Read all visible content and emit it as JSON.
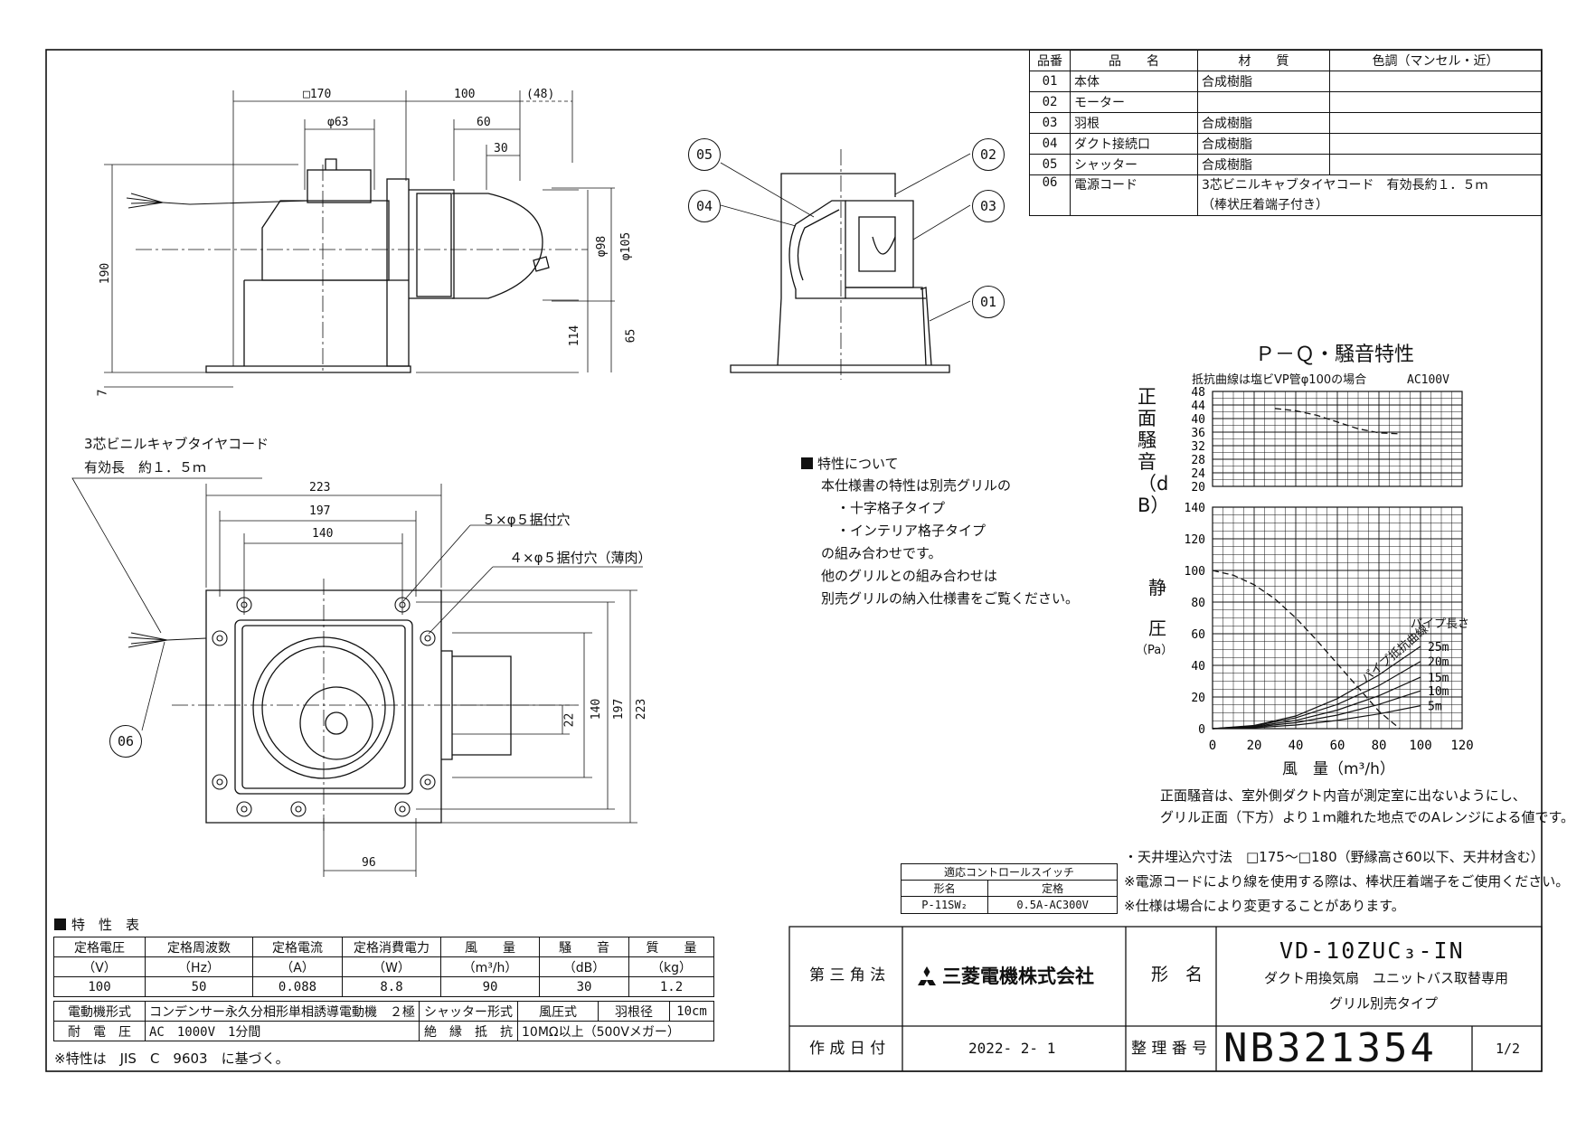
{
  "parts_table": {
    "headers": [
      "品番",
      "品　　名",
      "材　　質",
      "色調（マンセル・近）"
    ],
    "rows": [
      {
        "no": "01",
        "name": "本体",
        "material": "合成樹脂",
        "color": ""
      },
      {
        "no": "02",
        "name": "モーター",
        "material": "",
        "color": ""
      },
      {
        "no": "03",
        "name": "羽根",
        "material": "合成樹脂",
        "color": ""
      },
      {
        "no": "04",
        "name": "ダクト接続口",
        "material": "合成樹脂",
        "color": ""
      },
      {
        "no": "05",
        "name": "シャッター",
        "material": "合成樹脂",
        "color": ""
      },
      {
        "no": "06",
        "name": "電源コード",
        "material": "3芯ビニルキャブタイヤコード　有効長約１．５ｍ",
        "color": ""
      }
    ],
    "row6_note": "（棒状圧着端子付き）"
  },
  "side_view": {
    "dims": [
      "□170",
      "100",
      "(48)",
      "φ63",
      "60",
      "30",
      "190",
      "φ98",
      "φ105",
      "114",
      "65",
      "7"
    ]
  },
  "front_view": {
    "callouts": [
      "05",
      "04",
      "02",
      "03",
      "01"
    ]
  },
  "bottom_view": {
    "cord_label_1": "3芯ビニルキャブタイヤコード",
    "cord_label_2": "有効長　約１．５ｍ",
    "hole_label_1": "５×φ５据付穴",
    "hole_label_2": "４×φ５据付穴（薄肉）",
    "dims_h": [
      "223",
      "197",
      "140",
      "96"
    ],
    "dims_v": [
      "22",
      "140",
      "197",
      "223"
    ],
    "callout": "06"
  },
  "notes_char": {
    "heading": "特性について",
    "lines": [
      "本仕様書の特性は別売グリルの",
      "・十字格子タイプ",
      "・インテリア格子タイプ",
      "の組み合わせです。",
      "他のグリルとの組み合わせは",
      "別売グリルの納入仕様書をご覧ください。"
    ]
  },
  "chart_data": {
    "type": "line",
    "title": "Ｐ－Ｑ・騒音特性",
    "subtitle": "抵抗曲線は塩ビVP管φ100の場合",
    "voltage": "AC100V",
    "xlabel": "風　量（m³/h）",
    "x_ticks": [
      "0",
      "20",
      "40",
      "60",
      "80",
      "100",
      "120"
    ],
    "xlim": [
      0,
      120
    ],
    "noise": {
      "ylabel": "正面騒音（dB）",
      "y_ticks": [
        "48",
        "44",
        "40",
        "36",
        "32",
        "28",
        "24",
        "20"
      ],
      "ylim": [
        20,
        48
      ],
      "x": [
        30,
        40,
        50,
        60,
        70,
        80,
        90
      ],
      "y": [
        43,
        42.3,
        41,
        39,
        37,
        35.8,
        35.5
      ]
    },
    "pq": {
      "ylabel_1": "静",
      "ylabel_2": "圧",
      "ylabel_unit": "（Pa）",
      "y_ticks": [
        "140",
        "120",
        "100",
        "80",
        "60",
        "40",
        "20",
        "0"
      ],
      "ylim": [
        0,
        140
      ],
      "x": [
        0,
        10,
        20,
        30,
        40,
        50,
        60,
        70,
        80,
        90
      ],
      "y": [
        100,
        97,
        91,
        82,
        70,
        56,
        41,
        26,
        11,
        0
      ]
    },
    "resistance_label": "パイプ抵抗曲線",
    "pipe_length_label": "パイプ長さ",
    "resistance_curves": [
      {
        "label": "25m",
        "x": [
          0,
          20,
          40,
          60,
          80,
          100
        ],
        "y": [
          0,
          2,
          8,
          19,
          34,
          52
        ]
      },
      {
        "label": "20m",
        "x": [
          0,
          20,
          40,
          60,
          80,
          100
        ],
        "y": [
          0,
          1.7,
          6.8,
          15.3,
          27.2,
          42.5
        ]
      },
      {
        "label": "15m",
        "x": [
          0,
          20,
          40,
          60,
          80,
          100
        ],
        "y": [
          0,
          1.3,
          5.2,
          11.7,
          20.8,
          32.5
        ]
      },
      {
        "label": "10m",
        "x": [
          0,
          20,
          40,
          60,
          80,
          100
        ],
        "y": [
          0,
          1,
          3.8,
          8.6,
          15.3,
          23.9
        ]
      },
      {
        "label": "5m",
        "x": [
          0,
          20,
          40,
          60,
          80,
          100
        ],
        "y": [
          0,
          0.6,
          2.3,
          5.2,
          9.3,
          14.5
        ]
      }
    ],
    "note_1": "正面騒音は、室外側ダクト内音が測定室に出ないようにし、",
    "note_2": "グリル正面（下方）より１ｍ離れた地点でのAレンジによる値です。"
  },
  "remarks": [
    "・天井埋込穴寸法　□175～□180（野縁高さ60以下、天井材含む）",
    "※電源コードにより線を使用する際は、棒状圧着端子をご使用ください。",
    "※仕様は場合により変更することがあります。"
  ],
  "switch_table": {
    "title": "適応コントロールスイッチ",
    "col1": "形名",
    "col2": "定格",
    "model": "P-11SW₂",
    "rating": "0.5A-AC300V"
  },
  "spec_table": {
    "title": "特　性　表",
    "headers": [
      "定格電圧",
      "定格周波数",
      "定格電流",
      "定格消費電力",
      "風　　量",
      "騒　　音",
      "質　　量"
    ],
    "units": [
      "（V）",
      "（Hz）",
      "（A）",
      "（W）",
      "（m³/h）",
      "（dB）",
      "（kg）"
    ],
    "values": [
      "100",
      "50",
      "0.088",
      "8.8",
      "90",
      "30",
      "1.2"
    ],
    "motor_label": "電動機形式",
    "motor_value": "コンデンサー永久分相形単相誘導電動機　２極",
    "shutter_label": "シャッター形式",
    "shutter_value": "風圧式",
    "blade_label": "羽根径",
    "blade_value": "10cm",
    "withstand_label": "耐　電　圧",
    "withstand_value": "AC　1000V　1分間",
    "insulation_label": "絶　縁　抵　抗",
    "insulation_value": "10MΩ以上（500Vメガー）",
    "footnote": "※特性は　JIS　C　9603　に基づく。"
  },
  "title_block": {
    "projection": "第 三 角 法",
    "company": "三菱電機株式会社",
    "model_label": "形　名",
    "model": "VD-10ZUC₃-IN",
    "desc_1": "ダクト用換気扇　ユニットバス取替専用",
    "desc_2": "グリル別売タイプ",
    "date_label": "作 成 日 付",
    "date": "2022- 2- 1",
    "doc_label": "整 理 番 号",
    "doc_no": "NB321354",
    "page": "1/2"
  }
}
